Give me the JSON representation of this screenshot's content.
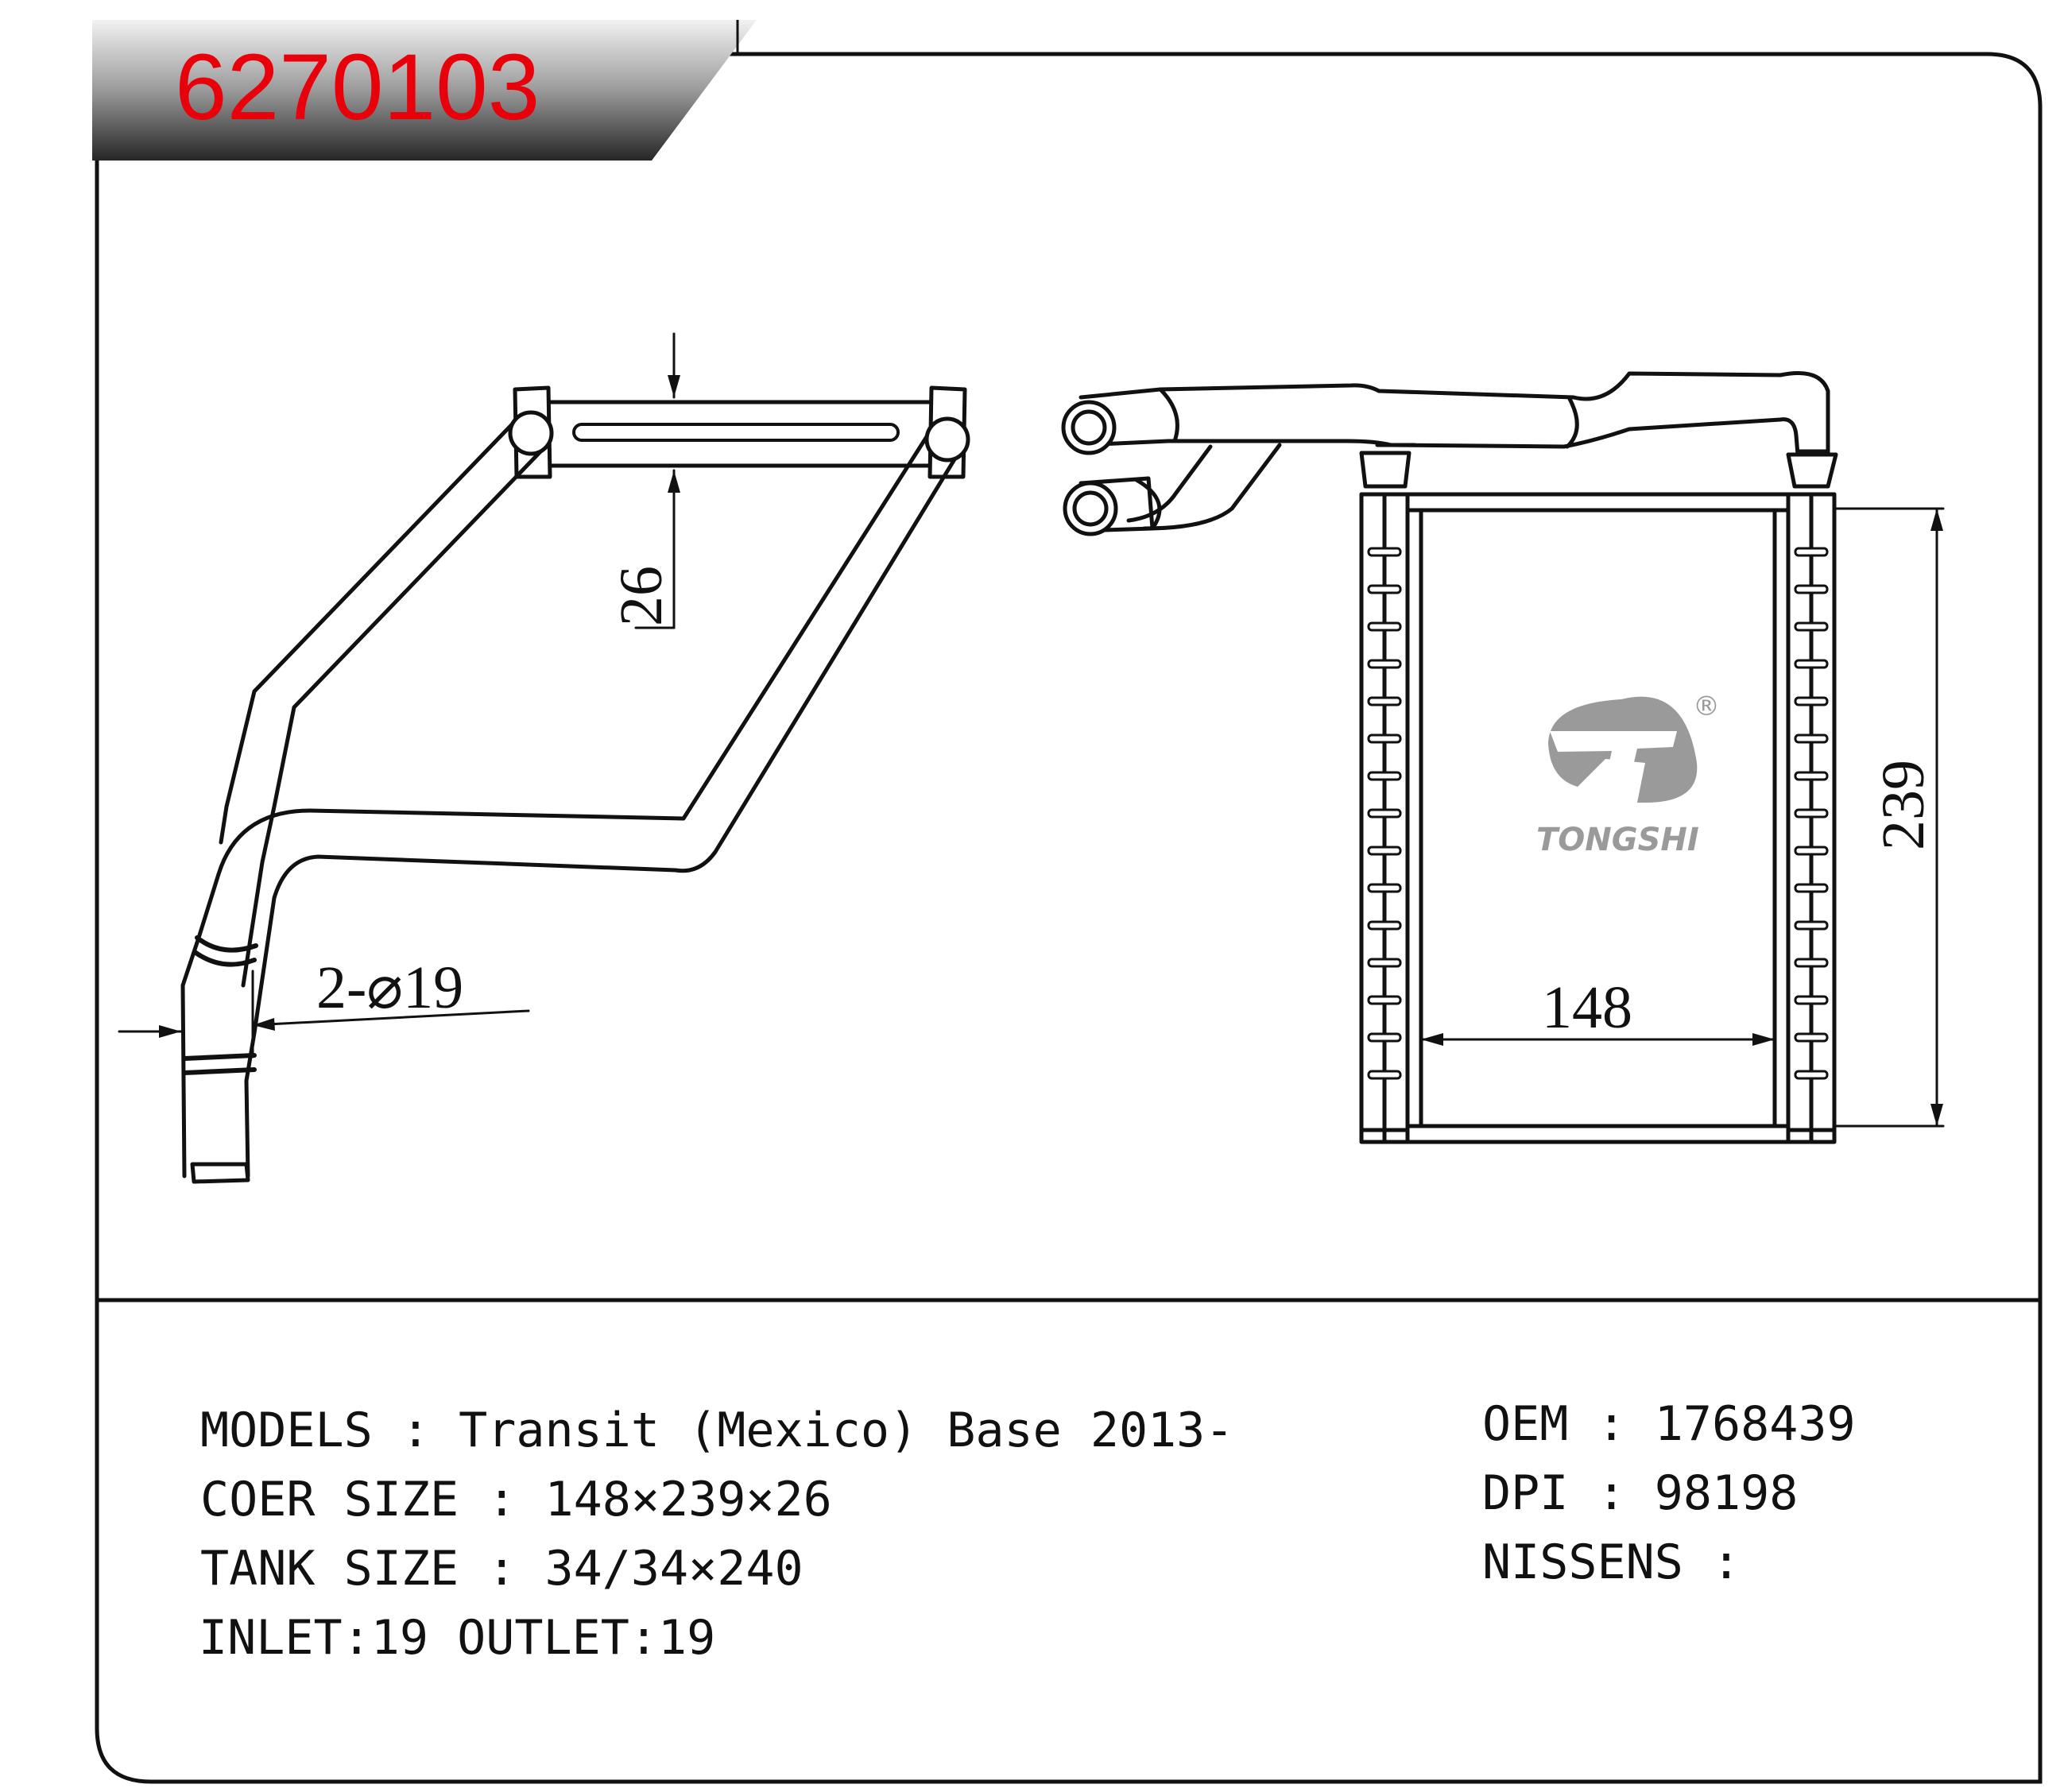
{
  "part_number": "6270103",
  "dimensions": {
    "tube_thickness": "26",
    "pipe_diameter": "2-⌀19",
    "core_height": "239",
    "core_width": "148"
  },
  "logo": {
    "brand": "TONGSHI",
    "registered_mark": "®"
  },
  "specs_left": {
    "models": "MODELS : Transit (Mexico) Base  2013-",
    "core_size": "COER SIZE : 148×239×26",
    "tank_size": "TANK SIZE : 34/34×240",
    "inlet_outlet": "INLET:19   OUTLET:19"
  },
  "specs_right": {
    "oem": "OEM : 1768439",
    "dpi": "DPI : 98198",
    "nissens": "NISSENS :"
  },
  "colors": {
    "part_number": "#e8000b",
    "line": "#111111",
    "logo": "#9a9a9a"
  }
}
